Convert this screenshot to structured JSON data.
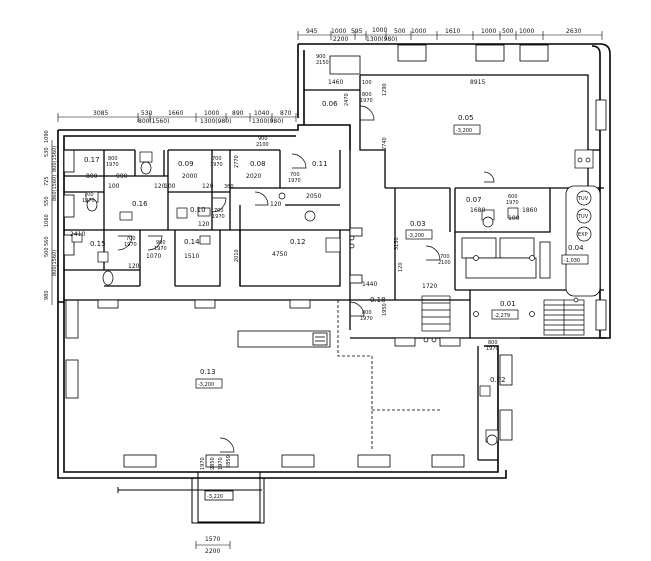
{
  "dimensions_top_right": [
    "945",
    "1000",
    "595",
    "1000",
    "500",
    "1000",
    "1610",
    "1000",
    "500",
    "1000",
    "2630"
  ],
  "dimensions_top_right_sub": [
    "2200",
    "1300(980)"
  ],
  "dimensions_top_left": [
    "3085",
    "530",
    "1660",
    "1000",
    "890",
    "1040",
    "870"
  ],
  "dimensions_top_left_sub": [
    "800(1560)",
    "1300(980)",
    "1300(980)"
  ],
  "left_dimensions": [
    "530",
    "1090",
    "800(1560)",
    "725",
    "860(1560)",
    "550",
    "1060",
    "560",
    "500",
    "800(1560)",
    "980"
  ],
  "rooms": {
    "r005": {
      "id": "0.05",
      "level": "-3,200"
    },
    "r006": {
      "id": "0.06"
    },
    "r008": {
      "id": "0.08"
    },
    "r009": {
      "id": "0.09"
    },
    "r010": {
      "id": "0.10"
    },
    "r011": {
      "id": "0.11"
    },
    "r012": {
      "id": "0.12"
    },
    "r013": {
      "id": "0.13",
      "level": "-3,200"
    },
    "r014": {
      "id": "0.14"
    },
    "r015": {
      "id": "0.15"
    },
    "r016": {
      "id": "0.16"
    },
    "r017": {
      "id": "0.17"
    },
    "r018": {
      "id": "0.18"
    },
    "r003": {
      "id": "0.03",
      "level": "-3,200"
    },
    "r007": {
      "id": "0.07"
    },
    "r004": {
      "id": "0.04",
      "level": "-1,030"
    },
    "r001": {
      "id": "0.01",
      "level": "-2,279"
    },
    "r002": {
      "id": "0.02"
    }
  },
  "entrance_level": "-3,220",
  "inner_dims": {
    "d8915": "8915",
    "d1460": "1460",
    "d100": "100",
    "d1290": "1290",
    "d2470": "2470",
    "d2740": "2740",
    "d3150": "3150",
    "d2050": "2050",
    "d2000": "2000",
    "d2020": "2020",
    "d990": "990",
    "d890": "890",
    "d120a": "120",
    "d120b": "120",
    "d120c": "120",
    "d120d": "120",
    "d120e": "120",
    "d120f": "120",
    "d380": "380",
    "d2770": "2770",
    "d2010": "2010",
    "d4750": "4750",
    "d1070": "1070",
    "d1510": "1510",
    "d2410": "2410",
    "d1440": "1440",
    "d1720": "1720",
    "d1950": "1950",
    "d1680": "1680",
    "d1860": "1860",
    "d100b": "100",
    "d100c": "100",
    "d100d": "100",
    "d2850": "2850"
  },
  "doors": [
    {
      "w": "900",
      "h": "2150"
    },
    {
      "w": "800",
      "h": "1970"
    },
    {
      "w": "800",
      "h": "1970"
    },
    {
      "w": "700",
      "h": "1970"
    },
    {
      "w": "700",
      "h": "1970"
    },
    {
      "w": "700",
      "h": "1970"
    },
    {
      "w": "700",
      "h": "1970"
    },
    {
      "w": "900",
      "h": "1970"
    },
    {
      "w": "700",
      "h": "1970"
    },
    {
      "w": "700",
      "h": "2100"
    },
    {
      "w": "800",
      "h": "1970"
    },
    {
      "w": "600",
      "h": "1970"
    },
    {
      "w": "900",
      "h": "2100"
    },
    {
      "w": "800",
      "h": "1970"
    }
  ],
  "fixtures": {
    "tuv1": "TUV",
    "tuv2": "TUV",
    "exp": "EXP"
  },
  "bottom_dims": [
    "1570",
    "2200"
  ],
  "stair_dims": [
    "2850",
    "1970",
    "1970"
  ]
}
